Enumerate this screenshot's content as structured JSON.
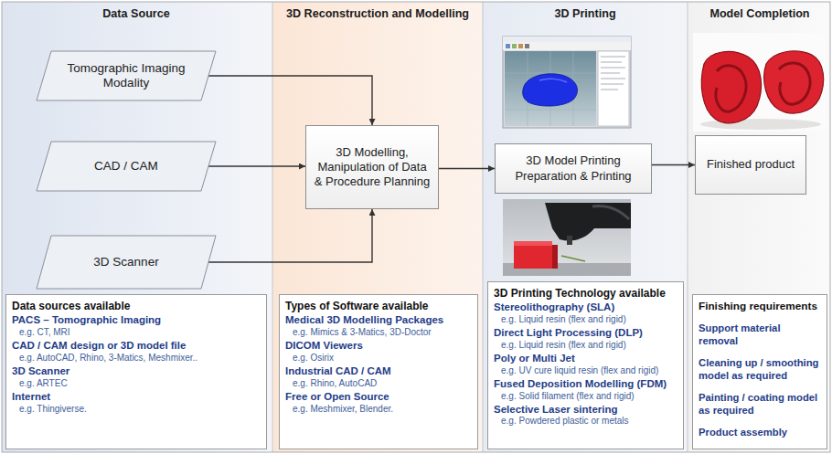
{
  "diagram": {
    "nodes": [
      {
        "text": [
          "Data Source"
        ]
      },
      {
        "text": [
          "Tomographic Imaging Modality"
        ],
        "in": 0
      },
      {
        "text": [
          "CAD / CAM"
        ],
        "in": 0
      },
      {
        "text": [
          "3D Scanner"
        ],
        "in": 0
      },
      {
        "text": [
          "Data sources available",
          "PACS – Tomographic Imaging",
          "e.g. CT, MRI",
          "CAD / CAM design or 3D model file",
          "e.g. AutoCAD, Rhino, 3-Matics, Meshmixer..",
          "3D Scanner",
          "e.g. ARTEC",
          "Internet",
          "e.g. Thingiverse."
        ],
        "in": 0
      },
      {
        "text": [
          "3D Reconstruction and Modelling"
        ]
      },
      {
        "text": [
          "3D Modelling, Manipulation of Data & Procedure Planning"
        ],
        "in": 5
      },
      {
        "text": [
          "Types of Software available",
          "Medical 3D Modelling Packages",
          "e.g. Mimics & 3-Matics, 3D-Doctor",
          "DICOM Viewers",
          "e.g. Osirix",
          "Industrial CAD / CAM",
          "e.g. Rhino, AutoCAD",
          "Free or Open Source",
          "e.g. Meshmixer, Blender."
        ],
        "in": 5
      },
      {
        "text": [
          "3D Printing"
        ]
      },
      {
        "text": [
          "3D Model Printing Preparation & Printing"
        ],
        "in": 8
      },
      {
        "text": [
          "3D Printing Technology available",
          "Stereolithography (SLA)",
          "e.g. Liquid resin (flex and rigid)",
          "Direct Light Processing (DLP)",
          "e.g. Liquid resin (flex and rigid)",
          "Poly or Multi Jet",
          "e.g. UV cure liquid resin (flex and rigid)",
          "Fused Deposition Modelling (FDM)",
          "e.g. Solid filament (flex and rigid)",
          "Selective Laser sintering",
          "e.g. Powdered plastic or metals"
        ],
        "in": 8
      },
      {
        "text": [
          "Model Completion"
        ]
      },
      {
        "text": [
          "Finished product"
        ],
        "in": 11
      },
      {
        "text": [
          "Finishing requirements",
          "Support material removal",
          "Cleaning up / smoothing model as required",
          "Painting / coating model as required",
          "Product assembly"
        ],
        "in": 11
      }
    ],
    "edges": [
      {
        "from": 1,
        "to": 6,
        "arrow": "to"
      },
      {
        "from": 2,
        "to": 6,
        "arrow": "to"
      },
      {
        "from": 3,
        "to": 6,
        "arrow": "to"
      },
      {
        "from": 6,
        "to": 9,
        "arrow": "to"
      },
      {
        "from": 9,
        "to": 12,
        "arrow": "to"
      }
    ]
  }
}
